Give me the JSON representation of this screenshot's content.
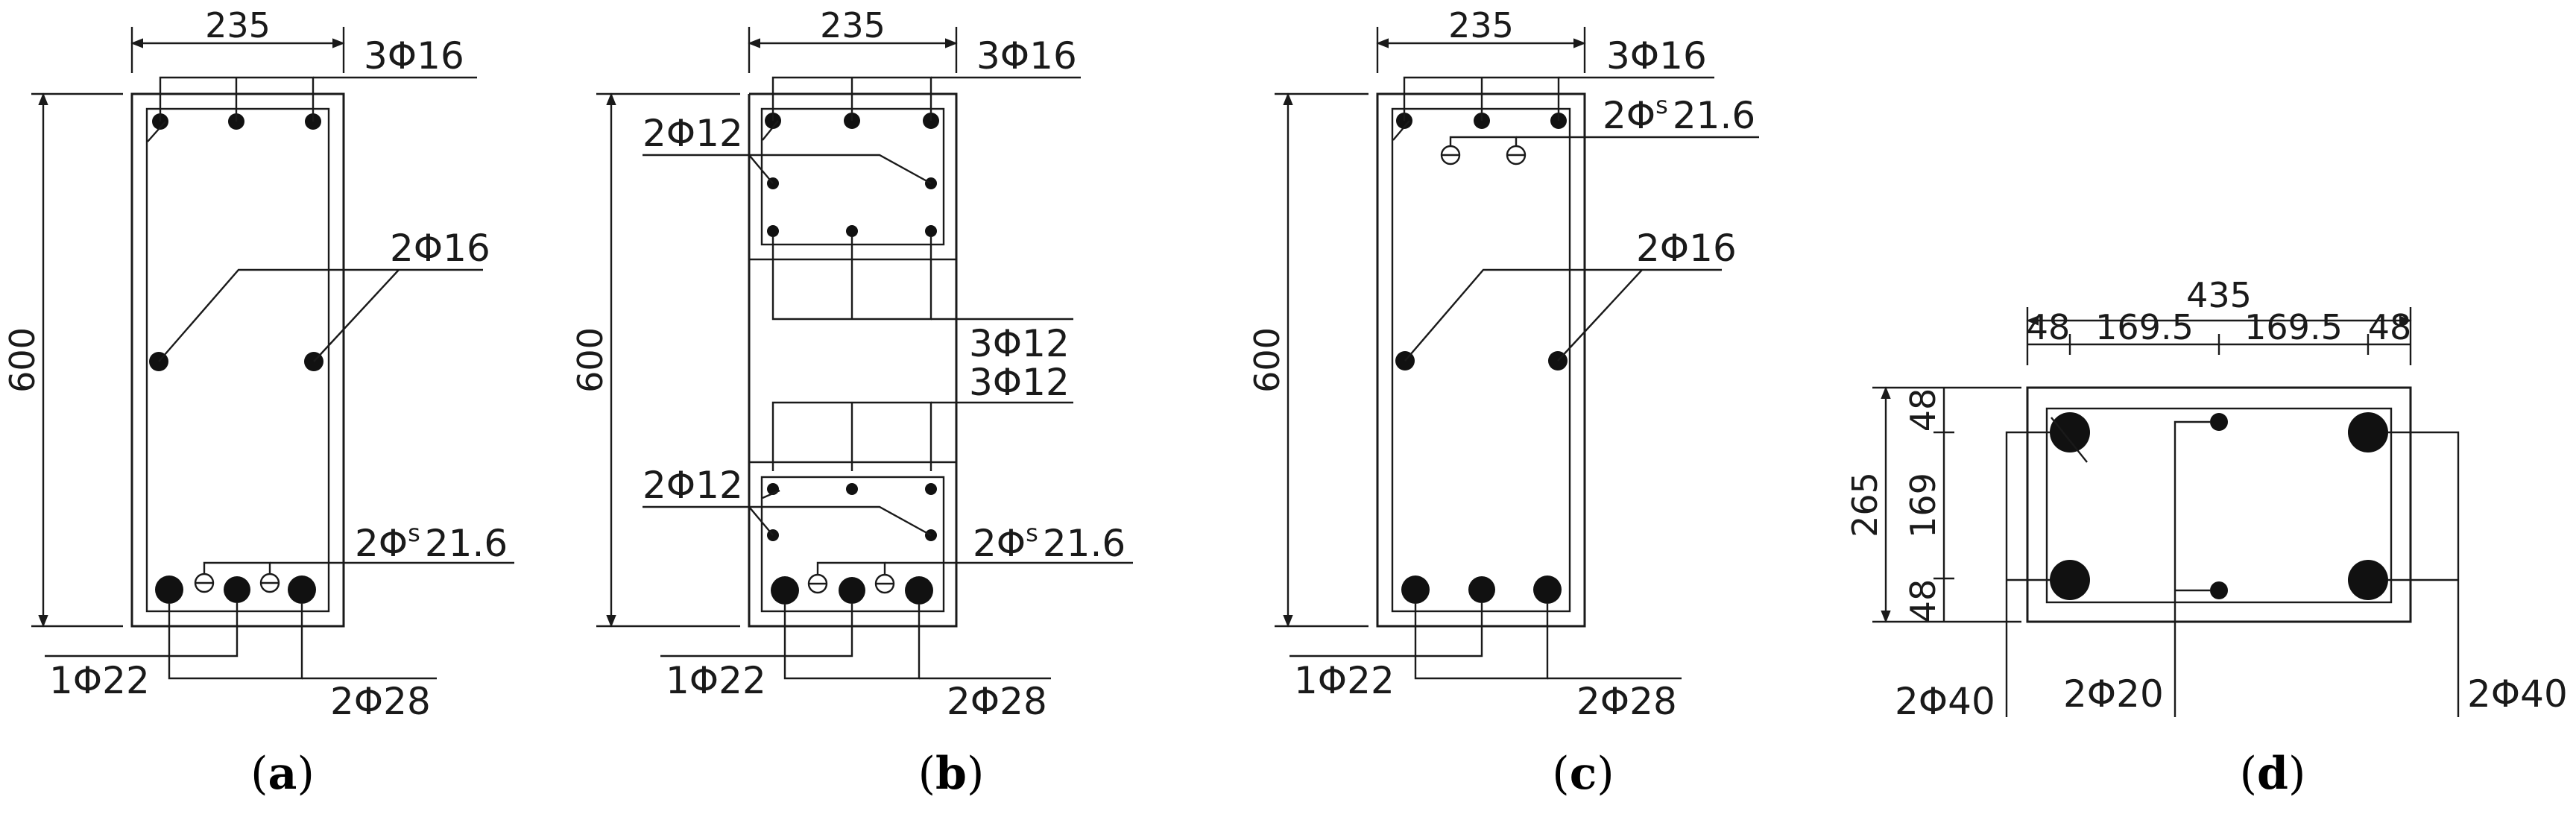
{
  "panels": {
    "a": {
      "letter": "a",
      "width_dim": "235",
      "height_dim": "600",
      "top_bars": "3Φ16",
      "side_bars": "2Φ16",
      "strands": "2Φ",
      "strands_sup": "s",
      "strands_size": "21.6",
      "bot_mid_bar": "1Φ22",
      "bot_corner_bars": "2Φ28"
    },
    "b": {
      "letter": "b",
      "width_dim": "235",
      "height_dim": "600",
      "top_bars": "3Φ16",
      "top_inner_bars": "2Φ12",
      "web_bars_upper": "3Φ12",
      "web_bars_lower": "3Φ12",
      "bot_inner_bars": "2Φ12",
      "strands": "2Φ",
      "strands_sup": "s",
      "strands_size": "21.6",
      "bot_mid_bar": "1Φ22",
      "bot_corner_bars": "2Φ28"
    },
    "c": {
      "letter": "c",
      "width_dim": "235",
      "height_dim": "600",
      "top_bars": "3Φ16",
      "strands": "2Φ",
      "strands_sup": "s",
      "strands_size": "21.6",
      "side_bars": "2Φ16",
      "bot_mid_bar": "1Φ22",
      "bot_corner_bars": "2Φ28"
    },
    "d": {
      "letter": "d",
      "total_width": "435",
      "seg_left": "48",
      "seg_mid_left": "169.5",
      "seg_mid_right": "169.5",
      "seg_right": "48",
      "height_dim": "265",
      "vseg_top": "48",
      "vseg_mid": "169",
      "vseg_bot": "48",
      "left_bars": "2Φ40",
      "mid_bars": "2Φ20",
      "right_bars": "2Φ40"
    }
  }
}
